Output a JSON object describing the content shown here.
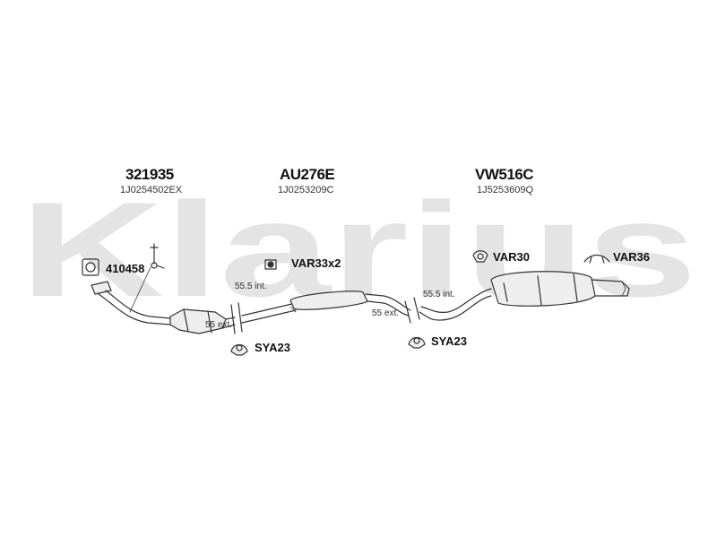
{
  "watermark": "Klarius",
  "assemblies": [
    {
      "code": "321935",
      "ref": "1J0254502EX"
    },
    {
      "code": "AU276E",
      "ref": "1J0253209C"
    },
    {
      "code": "VW516C",
      "ref": "1J5253609Q"
    }
  ],
  "parts": {
    "gasket": "410458",
    "clamp_mid": "VAR33x2",
    "mount_rear": "VAR30",
    "hanger_rear": "VAR36",
    "rubber_1": "SYA23",
    "rubber_2": "SYA23"
  },
  "dimensions": {
    "int_1": "55.5 int.",
    "ext_1": "55 ext.",
    "int_2": "55.5 int.",
    "ext_2": "55 ext."
  },
  "colors": {
    "watermark": "#e4e4e4",
    "line": "#333333",
    "fill": "#eeeeee"
  }
}
